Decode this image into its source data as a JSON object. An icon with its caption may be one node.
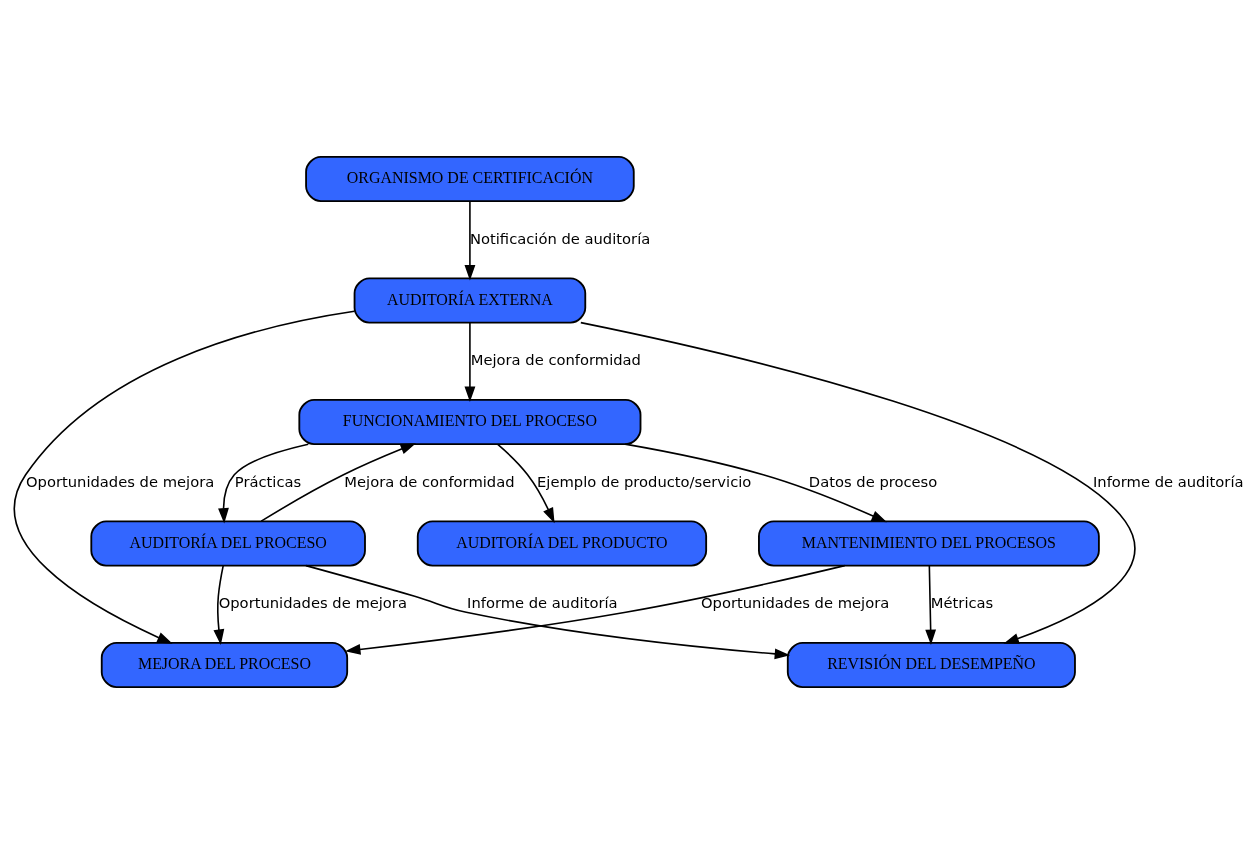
{
  "diagram": {
    "nodes": [
      {
        "text": [
          "ORGANISMO DE CERTIFICACIÓN"
        ]
      },
      {
        "text": [
          "AUDITORÍA EXTERNA"
        ]
      },
      {
        "text": [
          "FUNCIONAMIENTO DEL PROCESO"
        ]
      },
      {
        "text": [
          "MANTENIMIENTO DEL PROCESOS"
        ]
      },
      {
        "text": [
          "AUDITORÍA DEL PRODUCTO"
        ]
      },
      {
        "text": [
          "MEJORA DEL PROCESO"
        ]
      },
      {
        "text": [
          "AUDITORÍA DEL PROCESO"
        ]
      },
      {
        "text": [
          "REVISIÓN DEL DESEMPEÑO"
        ]
      }
    ],
    "edges": [
      {
        "from": 0,
        "to": 1,
        "arrow": "to",
        "label": "Notificación de auditoría"
      },
      {
        "from": 1,
        "to": 2,
        "arrow": "to",
        "label": "Mejora de conformidad"
      },
      {
        "from": 6,
        "to": 2,
        "arrow": "to",
        "label": "Mejora de conformidad"
      },
      {
        "from": 2,
        "to": 3,
        "arrow": "to",
        "label": "Datos de proceso"
      },
      {
        "from": 2,
        "to": 6,
        "arrow": "to",
        "label": "Prácticas"
      },
      {
        "from": 2,
        "to": 4,
        "arrow": "to",
        "label": "Ejemplo de producto/servicio"
      },
      {
        "from": 3,
        "to": 5,
        "arrow": "to",
        "label": "Oportunidades de mejora"
      },
      {
        "from": 1,
        "to": 5,
        "arrow": "to",
        "label": "Oportunidades de mejora"
      },
      {
        "from": 6,
        "to": 5,
        "arrow": "to",
        "label": "Oportunidades de mejora"
      },
      {
        "from": 3,
        "to": 7,
        "arrow": "to",
        "label": "Métricas"
      },
      {
        "from": 1,
        "to": 7,
        "arrow": "to",
        "label": "Informe de auditoría"
      },
      {
        "from": 6,
        "to": 7,
        "arrow": "to",
        "label": "Informe de auditoría"
      }
    ]
  }
}
